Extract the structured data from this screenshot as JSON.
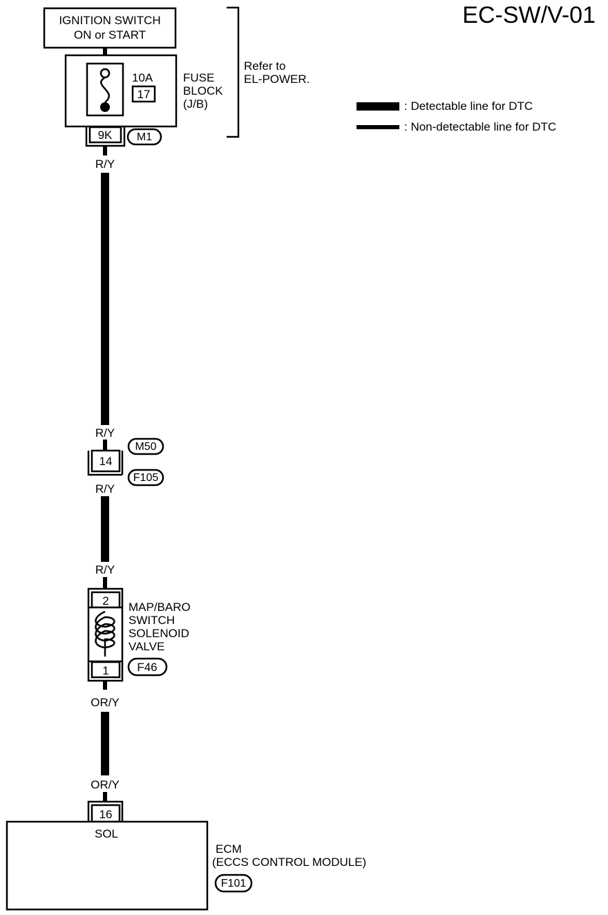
{
  "page_code": "EC-SW/V-01",
  "ignition": {
    "line1": "IGNITION SWITCH",
    "line2": "ON or START"
  },
  "fuse": {
    "rating": "10A",
    "number": "17",
    "label1": "FUSE",
    "label2": "BLOCK",
    "label3": "(J/B)"
  },
  "refer": {
    "line1": "Refer to",
    "line2": "EL-POWER."
  },
  "legend": {
    "detectable": ": Detectable line for DTC",
    "non_detectable": ": Non-detectable line for DTC"
  },
  "connectors": {
    "fuse_out": {
      "pin": "9K",
      "id": "M1"
    },
    "joint": {
      "pin": "14",
      "id_top": "M50",
      "id_bottom": "F105"
    },
    "solenoid_top": {
      "pin": "2"
    },
    "solenoid_bottom": {
      "pin": "1",
      "id": "F46"
    },
    "ecm": {
      "pin": "16",
      "terminal": "SOL",
      "id": "F101"
    }
  },
  "wires": {
    "w1_top": "R/Y",
    "w1_bottom": "R/Y",
    "w2_top": "R/Y",
    "w2_bottom": "R/Y",
    "w3_top": "OR/Y",
    "w3_bottom": "OR/Y"
  },
  "solenoid": {
    "line1": "MAP/BARO",
    "line2": "SWITCH",
    "line3": "SOLENOID",
    "line4": "VALVE"
  },
  "ecm": {
    "line1": "ECM",
    "line2": "(ECCS  CONTROL  MODULE)"
  }
}
